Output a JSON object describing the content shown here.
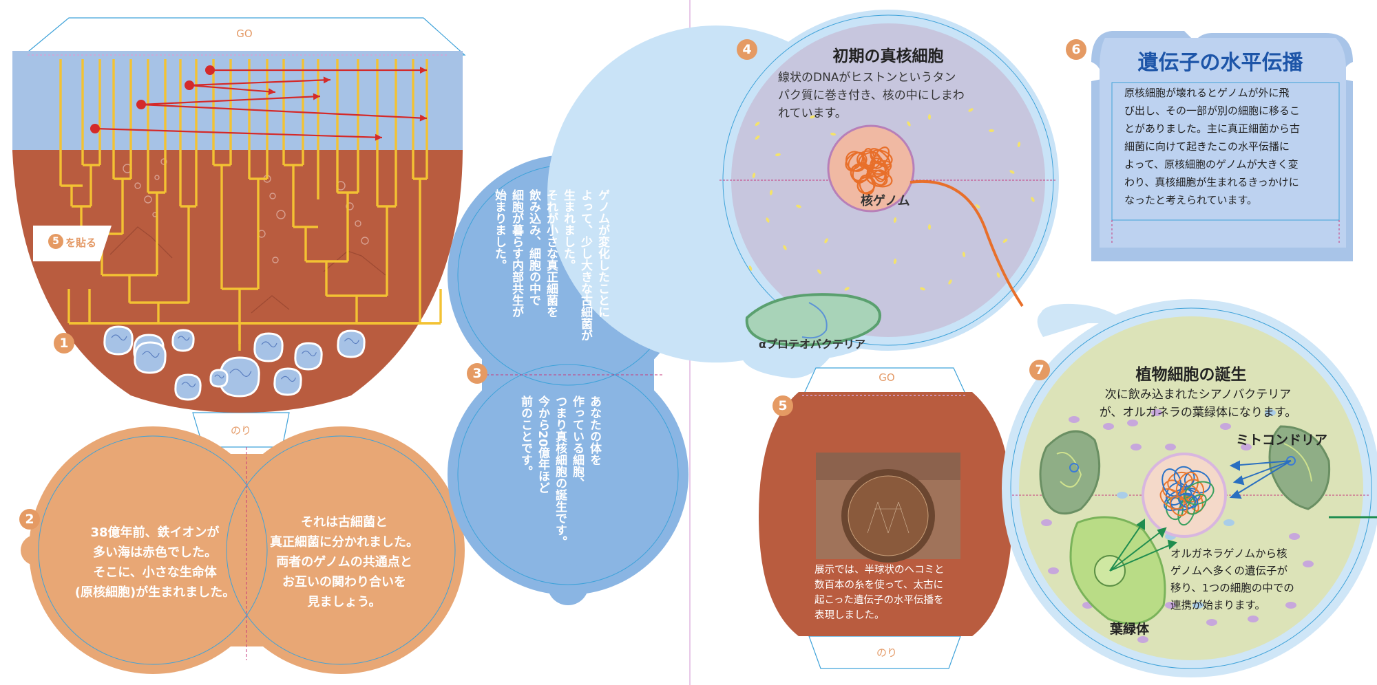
{
  "left_page": {
    "tree_panel": {
      "tab_top_label": "GO",
      "tab_bottom_label": "のり",
      "paste_label_num": "5",
      "paste_label_text": "を貼る",
      "badge": "1"
    },
    "panel2": {
      "badge": "2",
      "left_text": [
        "38億年前、鉄イオンが",
        "多い海は赤色でした。",
        "そこに、小さな生命体",
        "(原核細胞)が生まれました。"
      ],
      "right_text": [
        "それは古細菌と",
        "真正細菌に分かれました。",
        "両者のゲノムの共通点と",
        "お互いの関わり合いを",
        "見ましょう。"
      ]
    },
    "panel3": {
      "badge": "3",
      "top_text": [
        "ゲノムが変化したことに",
        "よって、少し大きな古細菌が",
        "生まれました。",
        "それが小さな真正細菌を",
        "飲み込み、細胞の中で",
        "細胞が暮らす内部共生が",
        "始まりました。"
      ],
      "bottom_text": [
        "あなたの体を",
        "作っている細胞、",
        "つまり真核細胞の誕生です。",
        "今から20億年ほど",
        "前のことです。"
      ]
    }
  },
  "right_page": {
    "panel4": {
      "badge": "4",
      "title": "初期の真核細胞",
      "body": [
        "線状のDNAがヒストンというタン",
        "パク質に巻き付き、核の中にしまわ",
        "れています。"
      ],
      "nucleus_label": "核ゲノム",
      "bacteria_label": "αプロテオバクテリア"
    },
    "panel5": {
      "badge": "5",
      "tab_top_label": "GO",
      "tab_bottom_label": "のり",
      "caption": [
        "展示では、半球状のヘコミと",
        "数百本の糸を使って、太古に",
        "起こった遺伝子の水平伝播を",
        "表現しました。"
      ]
    },
    "panel6": {
      "badge": "6",
      "title": "遺伝子の水平伝播",
      "body": [
        "原核細胞が壊れるとゲノムが外に飛",
        "び出し、その一部が別の細胞に移るこ",
        "とがありました。主に真正細菌から古",
        "細菌に向けて起きたこの水平伝播に",
        "よって、原核細胞のゲノムが大きく変",
        "わり、真核細胞が生まれるきっかけに",
        "なったと考えられています。"
      ]
    },
    "panel7": {
      "badge": "7",
      "title": "植物細胞の誕生",
      "subtitle": [
        "次に飲み込まれたシアノバクテリア",
        "が、オルガネラの葉緑体になります。"
      ],
      "mito_label": "ミトコンドリア",
      "chloroplast_label": "葉緑体",
      "body": [
        "オルガネラゲノムから核",
        "ゲノムへ多くの遺伝子が",
        "移り、1つの細胞の中での",
        "連携が始まります。"
      ]
    }
  },
  "colors": {
    "sea": "#a6c2e6",
    "earth": "#b85c3f",
    "tree": "#f3c233",
    "arrow": "#d42a2a",
    "orange": "#e8a775",
    "blue": "#8ab5e3",
    "badge": "#e59a63",
    "title_blue": "#1d55a8"
  }
}
